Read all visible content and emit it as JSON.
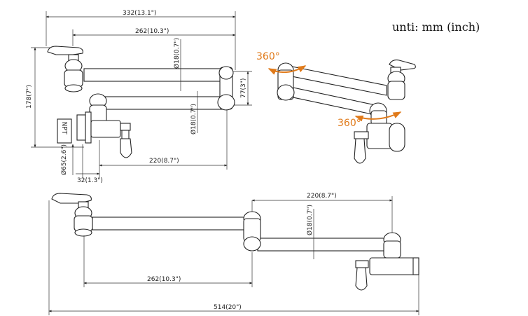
{
  "units_note": "unti: mm (inch)",
  "dimensions": {
    "overall_width_top": "332(13.1\")",
    "arm_length_top": "262(10.3\")",
    "height_total": "178(7\")",
    "joint_spacing": "77(3\")",
    "pipe_diameter_upper": "18(0.7\")",
    "pipe_diameter_lower": "18(0.7\")",
    "lower_arm_length": "220(8.7\")",
    "flange_diameter": "65(2.6\")",
    "flange_offset": "32(1.3\")",
    "bottom_arm_length_right": "220(8.7\")",
    "bottom_pipe_diameter": "18(0.7\")",
    "bottom_arm_length_left": "262(10.3\")",
    "bottom_overall": "514(20\")"
  },
  "labels": {
    "npt": "NPT",
    "diameter_symbol": "Ø",
    "rotation_top": "360°",
    "rotation_bottom": "360°"
  },
  "colors": {
    "line": "#222222",
    "rotation_accent": "#e07a1a"
  }
}
